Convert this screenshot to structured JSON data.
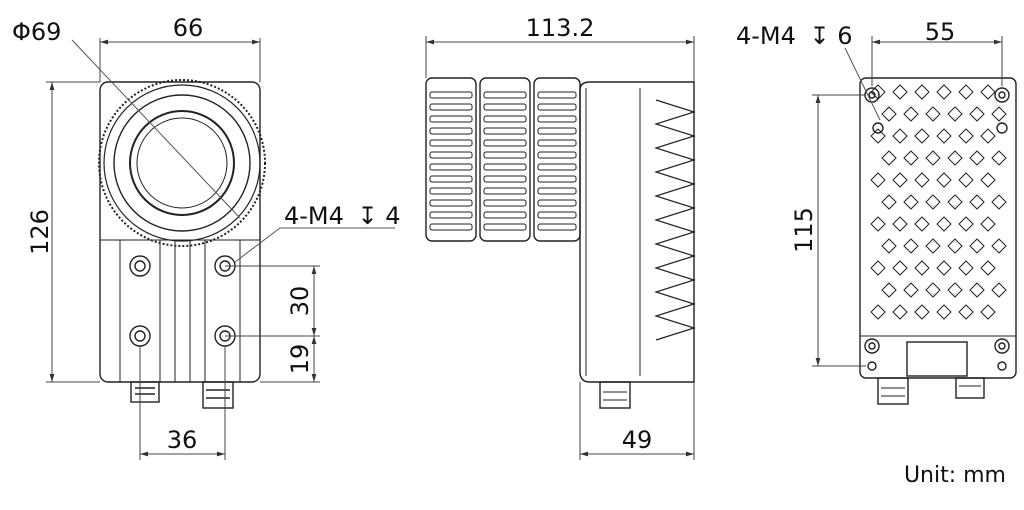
{
  "front_view": {
    "diameter_label": "Φ69",
    "width_label": "66",
    "height_label": "126",
    "hole_label": "4-M4",
    "hole_depth": "4",
    "spacing_v1": "30",
    "spacing_v2": "19",
    "bottom_label": "36"
  },
  "side_view": {
    "length_label": "113.2",
    "bottom_label": "49"
  },
  "back_view": {
    "hole_label": "4-M4",
    "hole_depth": "6",
    "width_label": "55",
    "height_label": "115"
  },
  "unit_label": "Unit: mm"
}
